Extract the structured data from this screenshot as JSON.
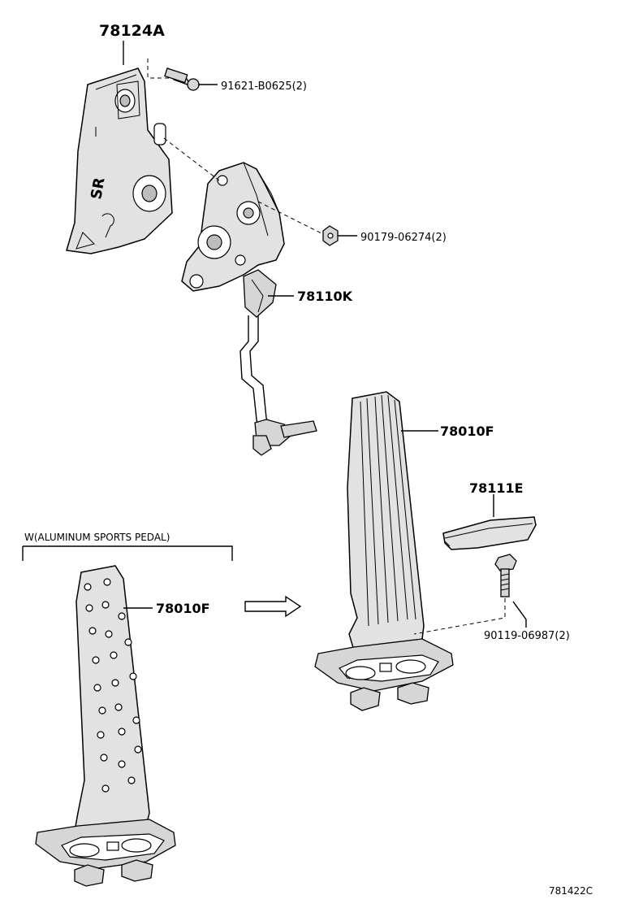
{
  "labels": {
    "bracket": "78124A",
    "bolt_top": "91621-B0625(2)",
    "nut": "90179-06274(2)",
    "sensor": "78110K",
    "pedal": "78010F",
    "pad": "78111E",
    "bolt_bottom": "90119-06987(2)",
    "sport_pedal": "78010F"
  },
  "variant_note": "W(ALUMINUM SPORTS PEDAL)",
  "diagram_code": "781422C"
}
